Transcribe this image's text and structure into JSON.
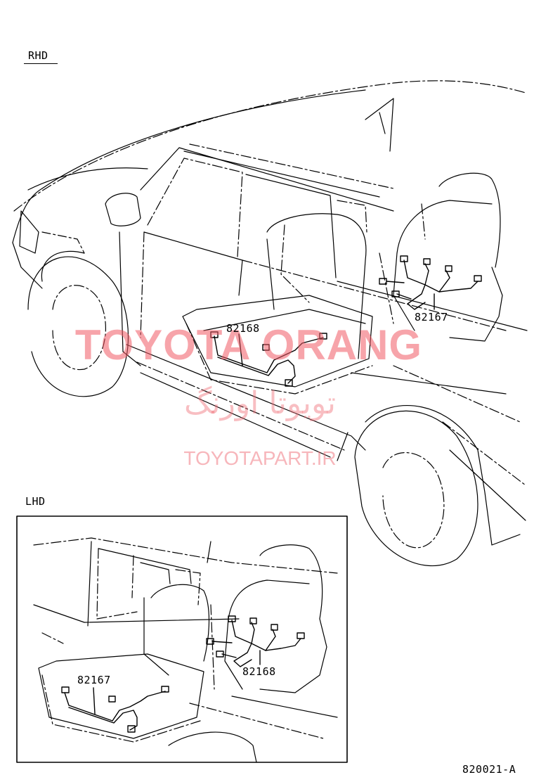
{
  "labels": {
    "rhd": "RHD",
    "lhd": "LHD",
    "diagram_code": "820021-A"
  },
  "parts": {
    "rhd_front_harness": "82168",
    "rhd_rear_harness": "82167",
    "lhd_front_harness": "82167",
    "lhd_rear_harness": "82168"
  },
  "watermark": {
    "brand": "TOYOTA ORANG",
    "brand_persian": "تويوتا اورنگ",
    "site": "TOYOTAPART.IR"
  },
  "colors": {
    "line": "#000000",
    "watermark": "#f05a64"
  }
}
